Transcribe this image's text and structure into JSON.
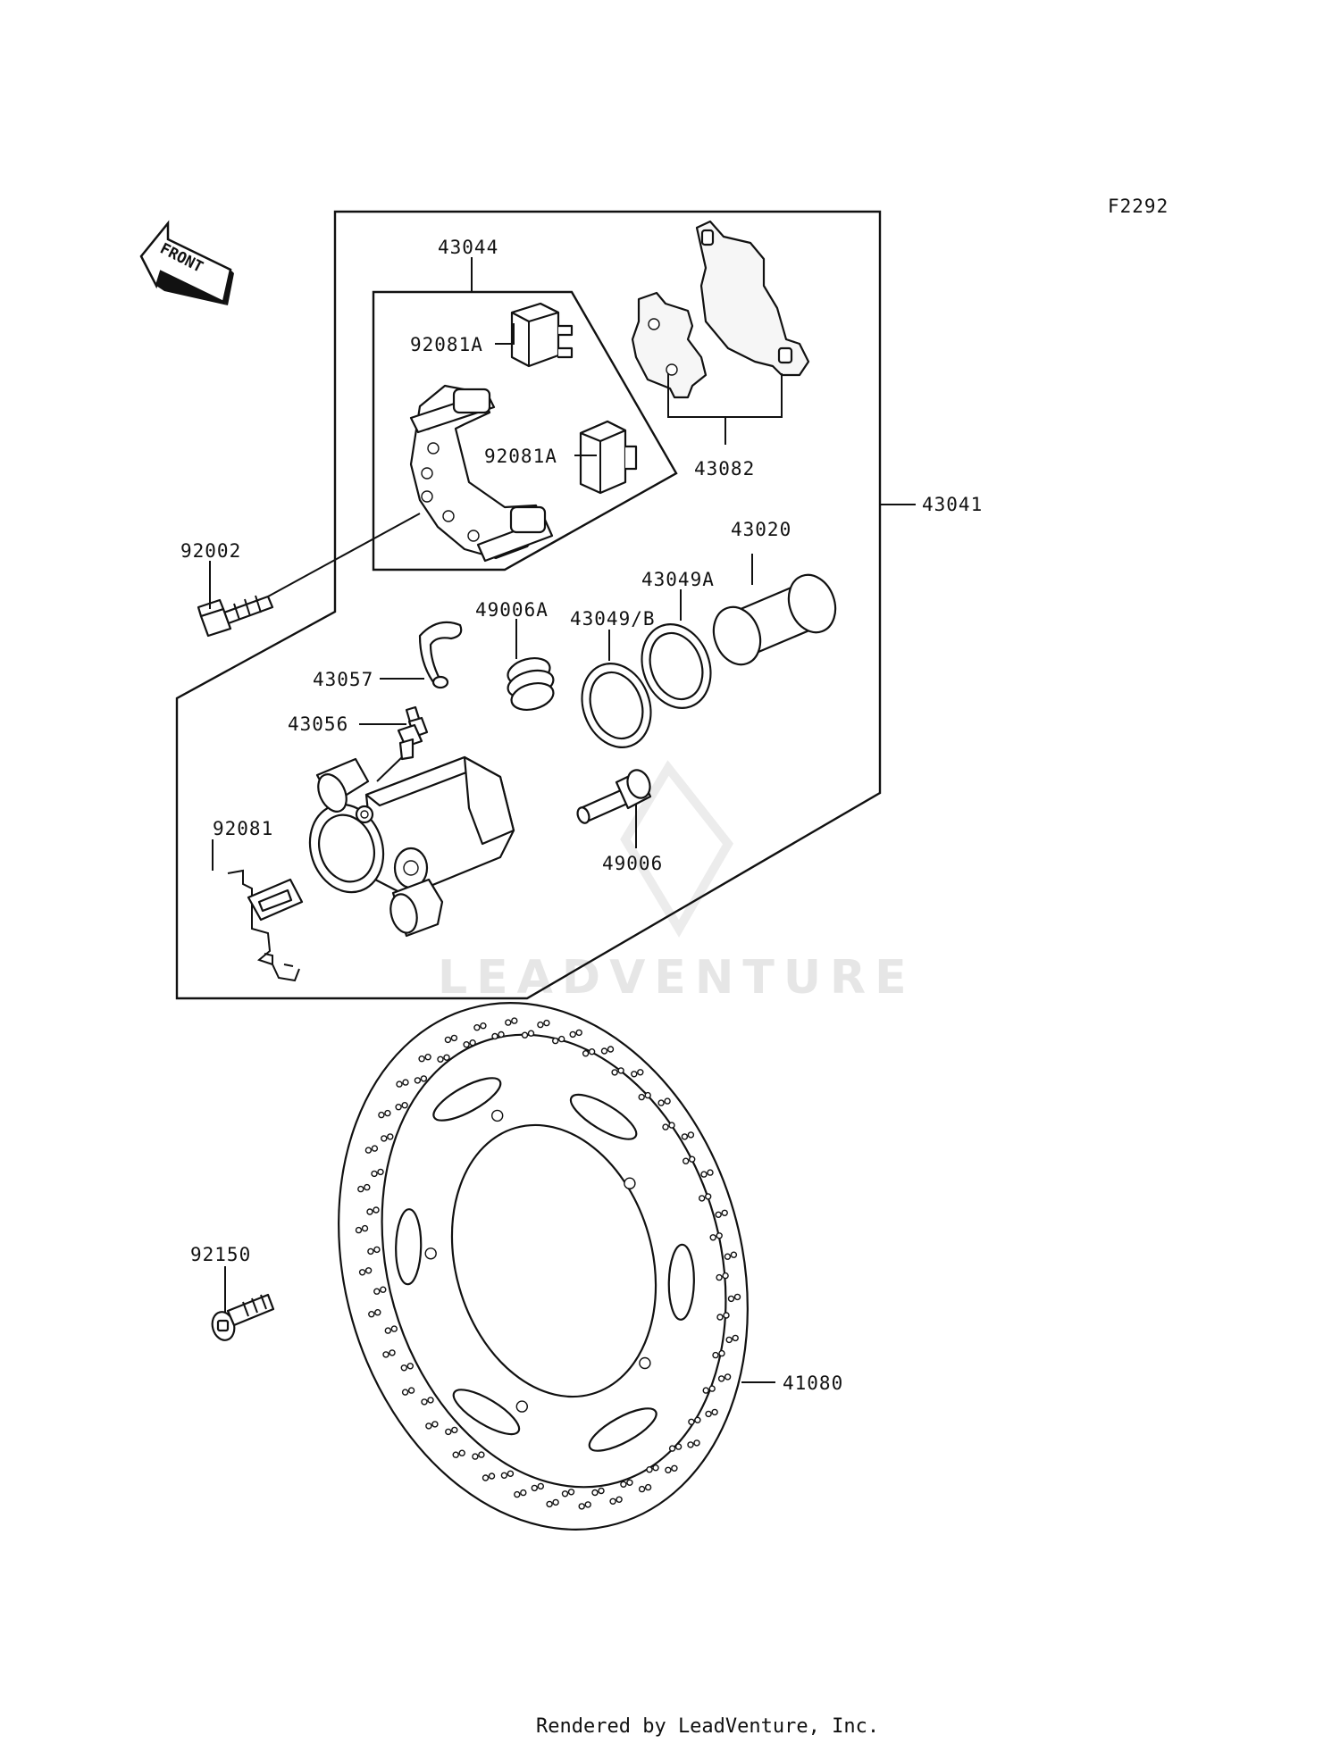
{
  "figure_code": "F2292",
  "direction_label": "FRONT",
  "watermark": "LEADVENTURE",
  "footer": "Rendered by LeadVenture, Inc.",
  "callouts": {
    "c43044": "43044",
    "c92081A_top": "92081A",
    "c92081A_mid": "92081A",
    "c43082": "43082",
    "c43041": "43041",
    "c43020": "43020",
    "c43049A": "43049A",
    "c92002": "92002",
    "c49006A": "49006A",
    "c43049B": "43049/B",
    "c43057": "43057",
    "c43056": "43056",
    "c92081": "92081",
    "c49006": "49006",
    "c92150": "92150",
    "c41080": "41080"
  }
}
